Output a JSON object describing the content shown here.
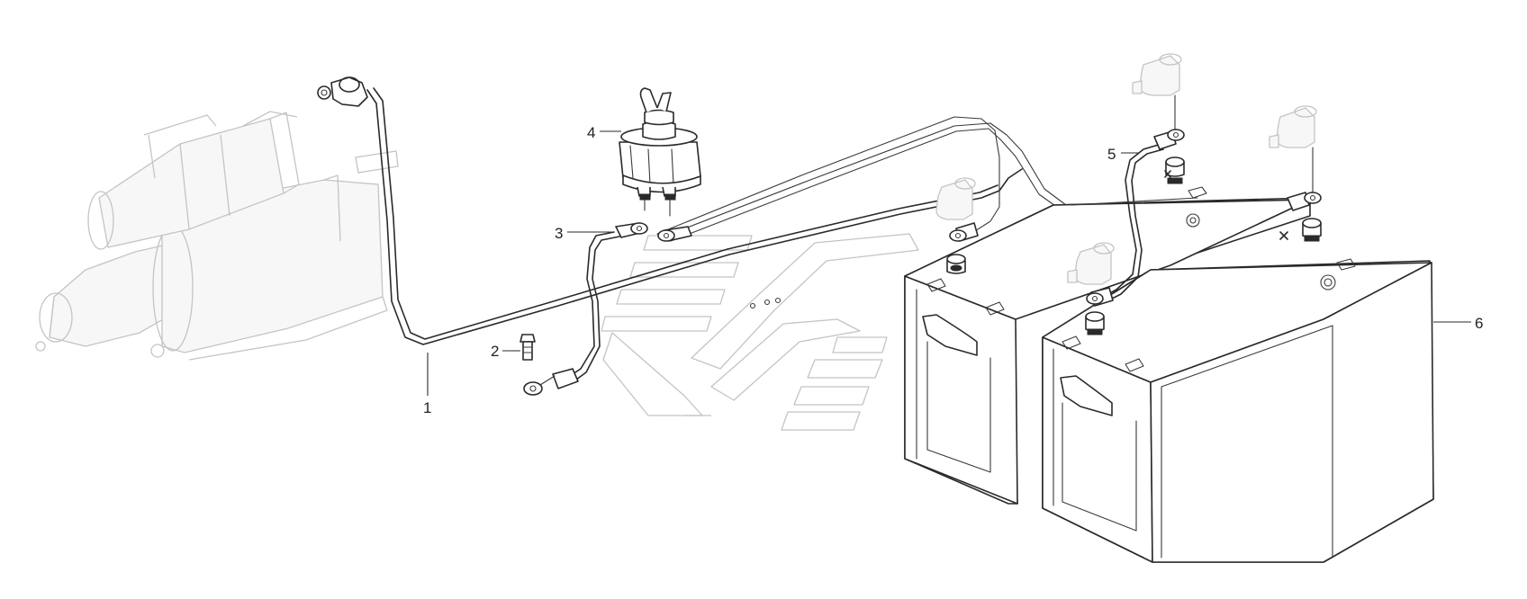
{
  "callouts": [
    {
      "id": "1",
      "label": "1"
    },
    {
      "id": "2",
      "label": "2"
    },
    {
      "id": "3",
      "label": "3"
    },
    {
      "id": "4",
      "label": "4"
    },
    {
      "id": "5",
      "label": "5"
    },
    {
      "id": "6",
      "label": "6"
    }
  ],
  "colors": {
    "line": "#2a2a2a",
    "ghost": "#c4c4c4",
    "background": "#ffffff"
  }
}
